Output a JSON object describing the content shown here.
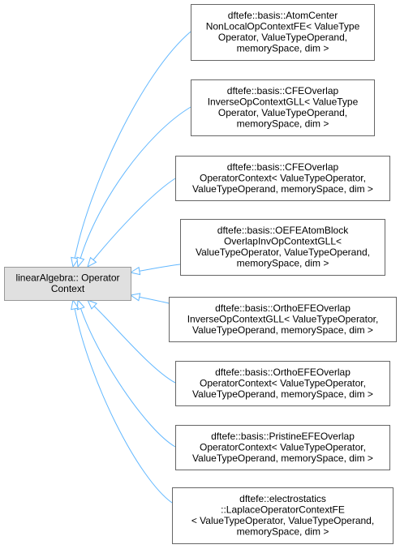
{
  "base_class": {
    "lines": [
      "linearAlgebra:: Operator",
      "Context"
    ]
  },
  "derived_classes": [
    {
      "lines": [
        "dftefe::basis::AtomCenter",
        "NonLocalOpContextFE< ValueType",
        "Operator, ValueTypeOperand,",
        "memorySpace, dim >"
      ]
    },
    {
      "lines": [
        "dftefe::basis::CFEOverlap",
        "InverseOpContextGLL< ValueType",
        "Operator, ValueTypeOperand,",
        "memorySpace, dim >"
      ]
    },
    {
      "lines": [
        "dftefe::basis::CFEOverlap",
        "OperatorContext< ValueTypeOperator,",
        "ValueTypeOperand, memorySpace, dim >"
      ]
    },
    {
      "lines": [
        "dftefe::basis::OEFEAtomBlock",
        "OverlapInvOpContextGLL<",
        "ValueTypeOperator, ValueTypeOperand,",
        "memorySpace, dim >"
      ]
    },
    {
      "lines": [
        "dftefe::basis::OrthoEFEOverlap",
        "InverseOpContextGLL< ValueTypeOperator,",
        "ValueTypeOperand, memorySpace, dim >"
      ]
    },
    {
      "lines": [
        "dftefe::basis::OrthoEFEOverlap",
        "OperatorContext< ValueTypeOperator,",
        "ValueTypeOperand, memorySpace, dim >"
      ]
    },
    {
      "lines": [
        "dftefe::basis::PristineEFEOverlap",
        "OperatorContext< ValueTypeOperator,",
        "ValueTypeOperand, memorySpace, dim >"
      ]
    },
    {
      "lines": [
        "dftefe::electrostatics",
        "::LaplaceOperatorContextFE",
        "< ValueTypeOperator, ValueTypeOperand,",
        "memorySpace, dim >"
      ]
    }
  ],
  "colors": {
    "edge": "#63b8ff",
    "base_fill": "#e0e0e0",
    "derived_fill": "#ffffff",
    "border": "#666666"
  }
}
